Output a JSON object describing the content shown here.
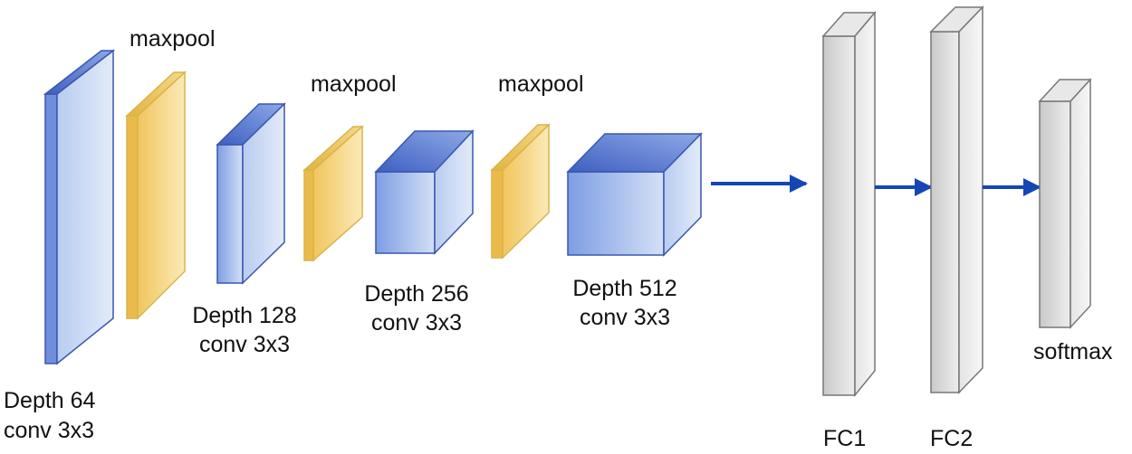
{
  "labels": {
    "maxpool_1": "maxpool",
    "maxpool_2": "maxpool",
    "maxpool_3": "maxpool",
    "conv64_line1": "Depth 64",
    "conv64_line2": "conv 3x3",
    "conv128_line1": "Depth 128",
    "conv128_line2": "conv 3x3",
    "conv256_line1": "Depth 256",
    "conv256_line2": "conv 3x3",
    "conv512_line1": "Depth 512",
    "conv512_line2": "conv 3x3",
    "fc1": "FC1",
    "fc2": "FC2",
    "softmax": "softmax"
  },
  "colors": {
    "conv_face": "#a9c4ec",
    "conv_edge": "#3a57b0",
    "pool_face": "#f3d27f",
    "pool_edge": "#d9b44a",
    "fc_face": "#d6d6d6",
    "fc_edge": "#777777",
    "arrow": "#1546b4"
  }
}
